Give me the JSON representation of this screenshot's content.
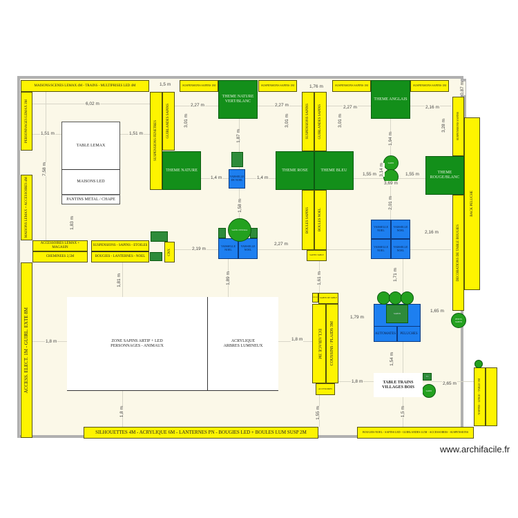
{
  "labels": {
    "top_banner": "MAISONS/SCENES LEMAX 4M - TRAINS - MULTIPRISES LED 4M",
    "left_personnages": "PERSONNAGES LEMAX 3M",
    "left_maisons": "MAISONS LEMAX + ACCESSOIRES 4M",
    "left_access": "ACCESS. ELECT. 1M - GUIRL. EXTE 8M",
    "acc_lemax": "ACCESSOIRES LEMAX + MAGASIN",
    "cheminees": "CHEMINEES 2,5M",
    "susp_mid": "SUSPENSIONS - SAPINS - ETOILES",
    "bougies": "BOUGIES - LANTERNES - NOEL",
    "cnx": "CNX",
    "table_lemax": "TABLE LEMAX",
    "maisons_led": "MAISONS LED",
    "pantins": "PANTINS METAL / CHAPE",
    "susp_fenetres": "SUSPENSIONS FENETRES",
    "guirlandes": "GUIRLANDES SAPINS",
    "sub_top1": "SUSPENSIONS SAPINS 1M",
    "sub_top2": "SUSPENSIONS SAPINS 1M",
    "sub_top3": "SUSPENSIONS SAPINS 1M",
    "sub_top4": "SUSPENSIONS SAPINS 1M",
    "theme_nature_vb": "THEME NATURE VERT/BLANC",
    "theme_nature": "THEME NATURE",
    "vaisselle_noel": "VAISSELLE DE NOEL",
    "theme_rose": "THEME ROSE",
    "theme_bleu": "THEME BLEU",
    "theme_anglais": "THEME ANGLAIS",
    "theme_rouge": "THEME ROUGE/BLANC",
    "col1": "SUSPENSIONS SAPINS",
    "col2": "GUIRLANDES SAPINS",
    "col3": "BOULES SAPINS",
    "col4": "BOULES NOEL",
    "small_low": "SAPINS TABLE",
    "sapin_center": "SAPIN CENTRAL",
    "vaiss1": "VAISSELLE NOEL",
    "vaiss2": "VAISSELLE NOEL",
    "sapin": "SAPIN",
    "bleu": [
      "VAISSELLE NOEL",
      "VAISSELLE NOEL",
      "VAISSELLE NOEL",
      "VAISSELLE NOEL"
    ],
    "suspensions_right": "SUSPENSIONS SAPINS",
    "deco_table": "DECORATIONS DE TABLE BOUGIES",
    "back_peluche": "BACK PELUCHE",
    "zone_sapins": "ZONE SAPINS ARTIF + LED\nPERSONNAGES - ANIMAUX",
    "acrylique": "ACRYLIQUE\nARBRES LUMINEUX",
    "bottom_banner": "SILHOUETTES 4M - ACRYLIQUE 6M - LANTERNES PN - BOUGIES LED + BOULES LUM SUSP 2M",
    "bottom_right": "BOUGIES NOEL - SAPINS LED - GUIRLANDES LUM - ACCESSOIRES - SUSPENSIONS",
    "eclairage": "ECLAIRAGE 3M",
    "coussins": "COUSSINS / PLAIDS 3M",
    "sapins_table": "SAPINS DE TABLE",
    "boules": "BOULES",
    "automates": "AUTOMATES",
    "peluches": "PELUCHES",
    "sapins": "SAPINS",
    "petits_sapins": "PETITS SAPINS",
    "table_trains": "TABLE TRAINS\nVILLAGES BOIS",
    "tv": "TV",
    "sapin_small": "SAPIN",
    "nappes": "NAPPES - LINGE - TABLE 3M",
    "accessoires_r": "ACCESSOIRES",
    "watermark": "www.archifacile.fr"
  },
  "dims": [
    "1,5 m",
    "6,02 m",
    "1,51 m",
    "1,51 m",
    "7,58 m",
    "1,83 m",
    "2,27 m",
    "3,01 m",
    "1,87 m",
    "1,4 m",
    "1,4 m",
    "1,58 m",
    "2,19 m",
    "2,27 m",
    "1,76 m",
    "2,27 m",
    "3,01 m",
    "3,01 m",
    "2,27 m",
    "2,16 m",
    "1,94 m",
    "3,14 m",
    "1,55 m",
    "1,55 m",
    "3,69 m",
    "2,01 m",
    "2,16 m",
    "3,28 m",
    "0,87 m",
    "1,81 m",
    "1,89 m",
    "1,8 m",
    "1,8 m",
    "1,8 m",
    "1,61 m",
    "1,71 m",
    "1,79 m",
    "1,65 m",
    "1,54 m",
    "1,8 m",
    "2,65 m",
    "1,55 m",
    "1,5 m"
  ],
  "colors": {
    "display_yellow": "#fef400",
    "theme_green": "#138f1a",
    "furniture_blue": "#1d7ff0",
    "floor": "#fbf8e8",
    "wall": "#b0b0b0"
  }
}
